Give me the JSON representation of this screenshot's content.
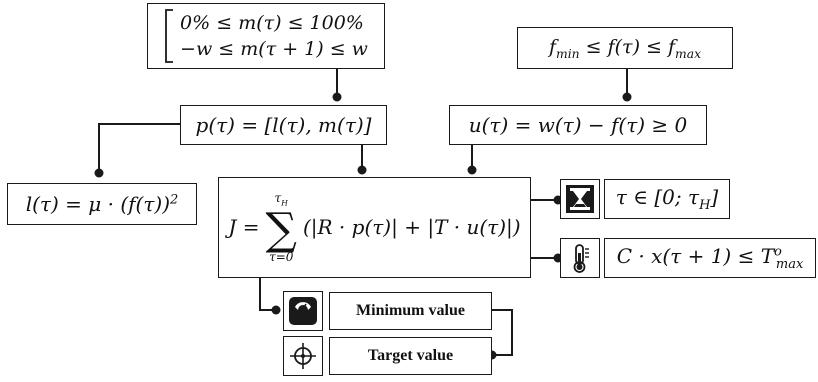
{
  "constraints": {
    "m_bounds_line1": "0% ≤ m(τ) ≤ 100%",
    "m_bounds_line2": "−w ≤ m(τ + 1) ≤ w",
    "f_bounds_left": "f",
    "f_bounds_min": "min",
    "f_bounds_mid": " ≤ f(τ) ≤ f",
    "f_bounds_max": "max"
  },
  "definitions": {
    "p_def": "p(τ) = [l(τ), m(τ)]",
    "u_def": "u(τ) = w(τ) − f(τ) ≥ 0",
    "l_def_main": "l(τ) = μ · (f(τ))",
    "l_def_exp": "2"
  },
  "objective": {
    "lhs": "J =",
    "sum_upper_main": "τ",
    "sum_upper_sub": "H",
    "sum_symbol": "∑",
    "sum_lower": "τ=0",
    "body": "(|R · p(τ)| + |T · u(τ)|)"
  },
  "side_conditions": {
    "horizon_main": "τ ∈ [0; τ",
    "horizon_sub": "H",
    "horizon_close": "]",
    "temp_main": "C · x(τ + 1) ≤ T",
    "temp_sup": "o",
    "temp_sub": "max"
  },
  "targets": {
    "minimum_label": "Minimum value",
    "target_label": "Target value"
  },
  "icons": [
    "hourglass-icon",
    "thermometer-icon",
    "scale-icon",
    "crosshair-icon"
  ],
  "colors": {
    "line": "#1a1a1a",
    "text": "#111111",
    "background": "#ffffff"
  }
}
